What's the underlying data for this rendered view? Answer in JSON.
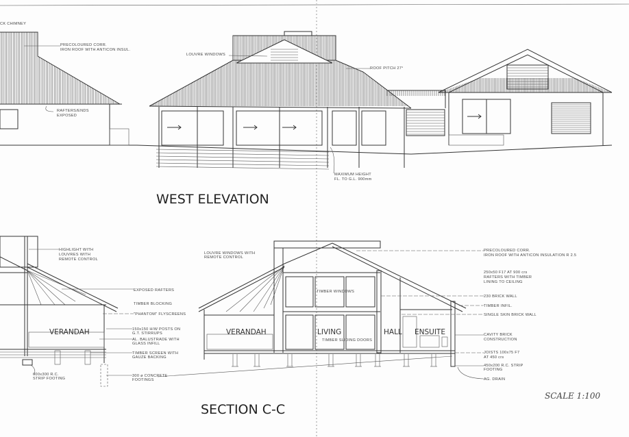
{
  "west_elevation": {
    "title": "WEST ELEVATION",
    "notes": {
      "chimney": "CK CHIMNEY",
      "roof_1": "PRECOLOURED CORR.",
      "roof_2": "IRON ROOF WITH ANTICON INSUL.",
      "rafters_1": "RAFTERS/ENDS",
      "rafters_2": "EXPOSED",
      "louvre": "LOUVRE WINDOWS",
      "pitch": "ROOF PITCH 27°",
      "height_1": "MAXIMUM HEIGHT",
      "height_2": "FL. TO G.L. 900mm"
    }
  },
  "section": {
    "title": "SECTION C-C",
    "scale": "SCALE 1:100",
    "rooms": {
      "verandah_left": "VERANDAH",
      "verandah": "VERANDAH",
      "living": "LIVING",
      "hall": "HALL",
      "ensuite": "ENSUITE"
    },
    "notes_left": {
      "highlight_1": "HIGHLIGHT WITH",
      "highlight_2": "LOUVRES WITH",
      "highlight_3": "REMOTE CONTROL",
      "rafters": "EXPOSED RAFTERS",
      "blocking": "TIMBER BLOCKING",
      "flyscreens": "\"PHANTOM\" FLYSCREENS",
      "posts_1": "150x150 H/W POSTS ON",
      "posts_2": "G.T. STIRRUPS",
      "balustrade_1": "AL. BALUSTRADE WITH",
      "balustrade_2": "GLASS INFILL",
      "screen_1": "TIMBER SCREEN WITH",
      "screen_2": "GAUZE BACKING",
      "footings_1": "300 ø CONCRETE",
      "footings_2": "FOOTINGS",
      "strip_1": "600x300 R.C.",
      "strip_2": "STRIP FOOTING"
    },
    "notes_center": {
      "louvre_1": "LOUVRE WINDOWS WITH",
      "louvre_2": "REMOTE CONTROL",
      "windows": "TIMBER WINDOWS",
      "doors": "TIMBER SLIDING DOORS"
    },
    "notes_right": {
      "roof_1": "PRECOLOURED CORR.",
      "roof_2": "IRON ROOF WITH ANTICON INSULATION  R 2.5",
      "rafters_1": "250x50 F17 AT 900 crs",
      "rafters_2": "RAFTERS WITH TIMBER",
      "rafters_3": "LINING TO CEILING",
      "brick": "230 BRICK WALL",
      "infill": "TIMBER INFIL.",
      "single": "SINGLE SKIN BRICK WALL",
      "cavity_1": "CAVITY BRICK",
      "cavity_2": "CONSTRUCTION",
      "joists_1": "JOISTS 100x75 F7",
      "joists_2": "AT 450 crs",
      "strip_1": "450x200 R.C. STRIP",
      "strip_2": "FOOTING",
      "drain": "AG. DRAIN"
    }
  }
}
